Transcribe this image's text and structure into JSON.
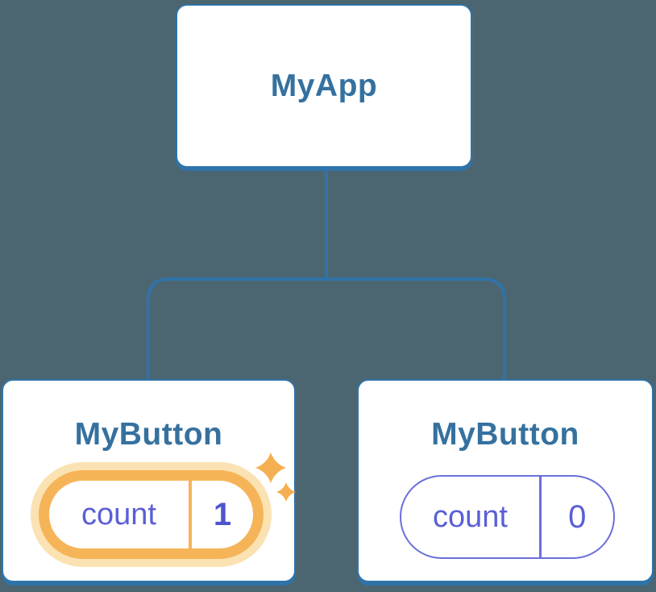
{
  "colors": {
    "background": "#4C6671",
    "node_background": "#FFFFFF",
    "node_border_blue": "#2F73A8",
    "node_label_blue": "#35719F",
    "connector_blue": "#2F73A8",
    "state_text_purple": "#5A5FD6",
    "state_value_bold_purple": "#4F55CE",
    "state_pill_border_purple": "#6B6FDB",
    "highlight_orange": "#F6B458",
    "highlight_glow_light_orange": "#FBE2B2",
    "sparkle_orange": "#F5AF52"
  },
  "tree": {
    "root": {
      "label": "MyApp"
    },
    "children": {
      "left": {
        "label": "MyButton",
        "state_key": "count",
        "state_value": "1",
        "highlighted": true
      },
      "right": {
        "label": "MyButton",
        "state_key": "count",
        "state_value": "0",
        "highlighted": false
      }
    }
  },
  "icons": {
    "sparkles": "two orange four-pointed stars marking updated state"
  }
}
